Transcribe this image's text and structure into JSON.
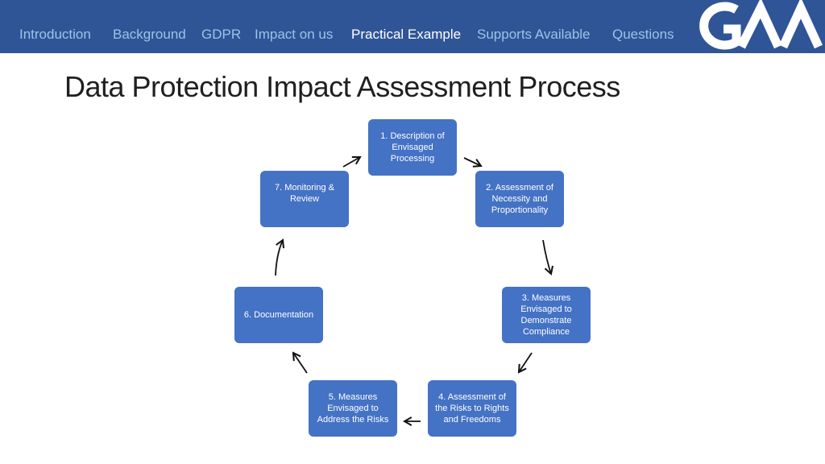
{
  "header": {
    "nav": [
      {
        "label": "Introduction"
      },
      {
        "label": "Background"
      },
      {
        "label": "GDPR"
      },
      {
        "label": "Impact on us"
      },
      {
        "label": "Practical Example",
        "active": true
      },
      {
        "label": "Supports Available"
      },
      {
        "label": "Questions"
      }
    ],
    "logo_text": "GAA"
  },
  "title": "Data Protection Impact Assessment Process",
  "steps": [
    {
      "label": "1. Description of Envisaged Processing"
    },
    {
      "label": "2. Assessment of Necessity and Proportionality"
    },
    {
      "label": "3. Measures Envisaged to Demonstrate Compliance"
    },
    {
      "label": "4. Assessment of the Risks to Rights and Freedoms"
    },
    {
      "label": "5. Measures Envisaged to Address the Risks"
    },
    {
      "label": "6. Documentation"
    },
    {
      "label": "7. Monitoring & Review"
    }
  ],
  "colors": {
    "header_bg": "#2f5597",
    "nav_text": "#9dc3e6",
    "nav_active": "#ffffff",
    "step_fill": "#4472c4"
  }
}
